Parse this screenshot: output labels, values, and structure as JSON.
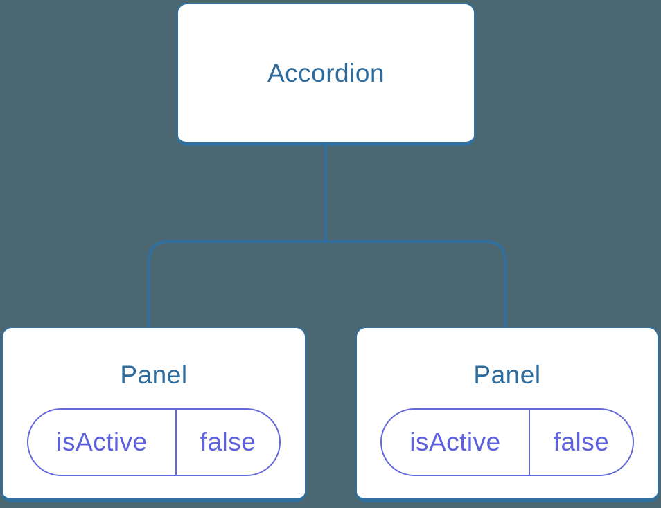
{
  "diagram": {
    "type": "component-tree",
    "root": {
      "label": "Accordion"
    },
    "children": [
      {
        "label": "Panel",
        "state": {
          "key": "isActive",
          "value": "false"
        }
      },
      {
        "label": "Panel",
        "state": {
          "key": "isActive",
          "value": "false"
        }
      }
    ],
    "colors": {
      "background": "#4b6771",
      "connector": "#31709e",
      "node_border": "#31709e",
      "node_text": "#2d6c9d",
      "node_background": "#ffffff",
      "state_border": "#6468db",
      "state_text": "#5e62de"
    }
  }
}
